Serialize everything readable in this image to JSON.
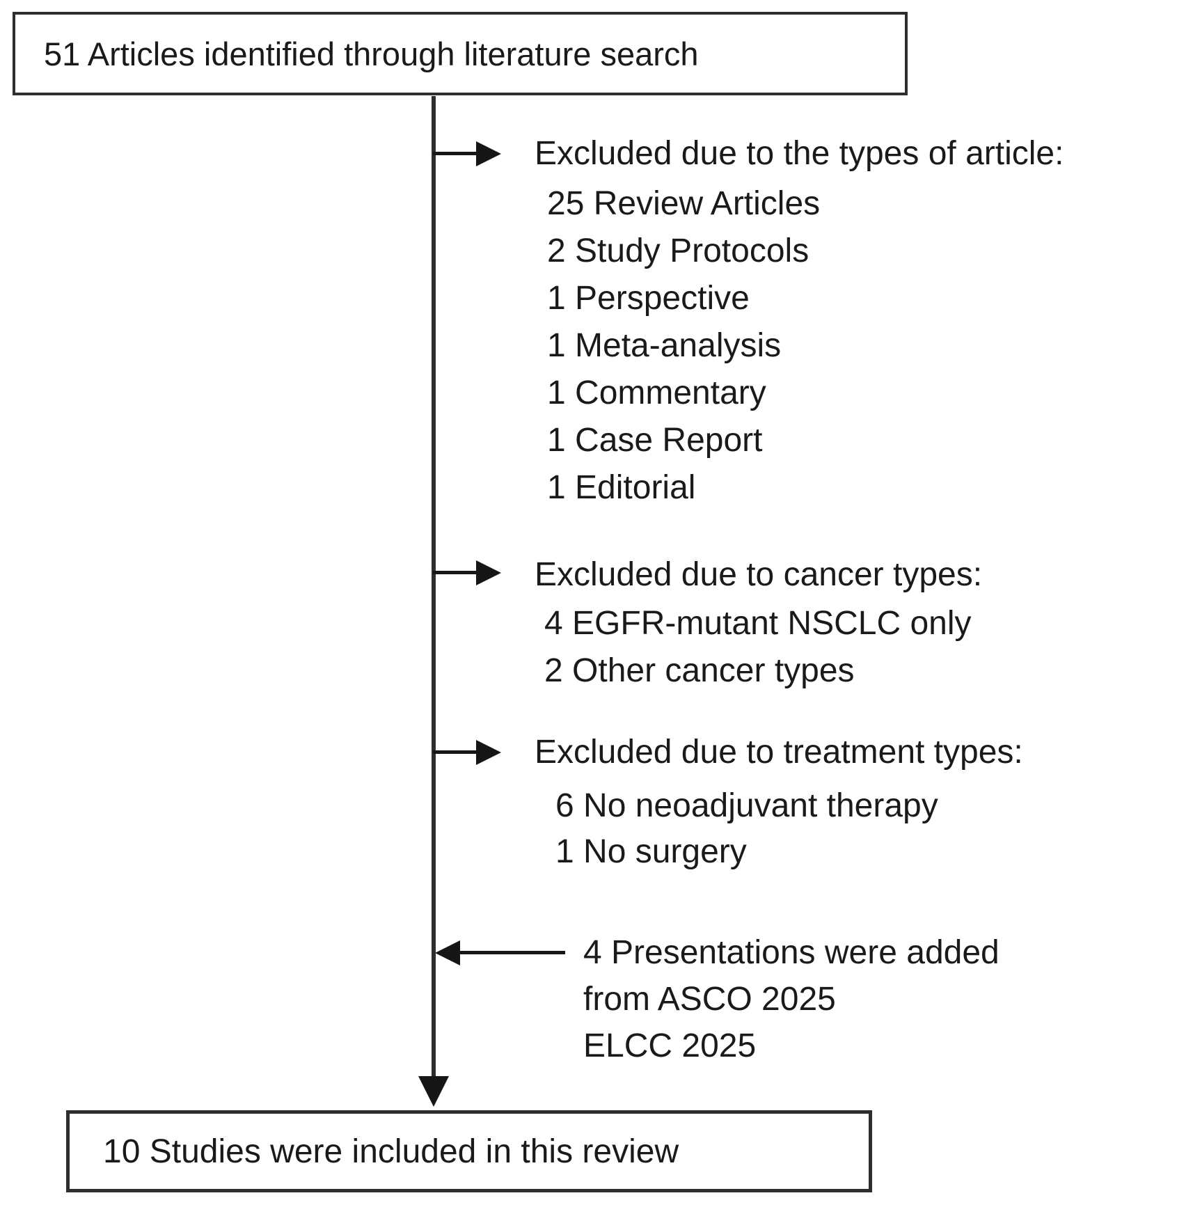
{
  "diagram": {
    "title_implicit": "Literature search flow diagram",
    "top_box": {
      "label": "51 Articles identified through literature search"
    },
    "exclusion_sections": [
      {
        "heading": "Excluded due to the types of article:",
        "items": [
          "25 Review Articles",
          "2 Study Protocols",
          "1 Perspective",
          "1 Meta-analysis",
          "1 Commentary",
          "1 Case Report",
          "1 Editorial"
        ]
      },
      {
        "heading": "Excluded due to cancer types:",
        "items": [
          "4 EGFR-mutant NSCLC only",
          "2 Other cancer types"
        ]
      },
      {
        "heading": "Excluded due to treatment types:",
        "items": [
          "6 No neoadjuvant therapy",
          "1 No surgery"
        ]
      }
    ],
    "addition_note": {
      "lines": [
        "4 Presentations were added",
        "from ASCO 2025",
        "ELCC 2025"
      ]
    },
    "bottom_box": {
      "label": "10 Studies were included in this review"
    },
    "colors": {
      "background": "#ffffff",
      "text": "#1a1a1a",
      "line": "#2e2e2e",
      "arrow": "#161616"
    }
  }
}
